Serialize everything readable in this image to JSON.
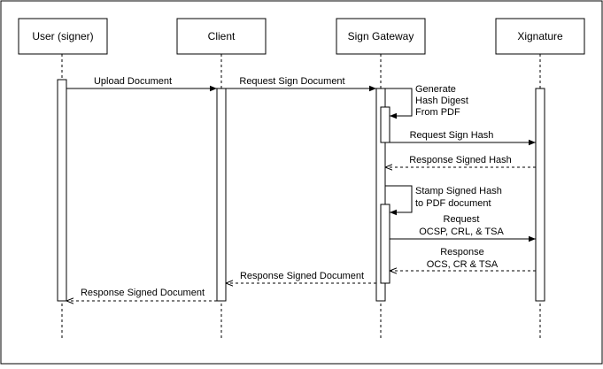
{
  "participants": [
    {
      "id": "user",
      "label": "User (signer)"
    },
    {
      "id": "client",
      "label": "Client"
    },
    {
      "id": "gateway",
      "label": "Sign Gateway"
    },
    {
      "id": "xignature",
      "label": "Xignature"
    }
  ],
  "messages": [
    {
      "id": "upload-document",
      "from": "user",
      "to": "client",
      "style": "solid",
      "lines": [
        "Upload Document"
      ]
    },
    {
      "id": "request-sign-document",
      "from": "client",
      "to": "gateway",
      "style": "solid",
      "lines": [
        "Request Sign Document"
      ]
    },
    {
      "id": "generate-hash-digest",
      "from": "gateway",
      "to": "gateway",
      "style": "self",
      "lines": [
        "Generate",
        "Hash Digest",
        "From PDF"
      ]
    },
    {
      "id": "request-sign-hash",
      "from": "gateway",
      "to": "xignature",
      "style": "solid",
      "lines": [
        "Request Sign Hash"
      ]
    },
    {
      "id": "response-signed-hash",
      "from": "xignature",
      "to": "gateway",
      "style": "dashed",
      "lines": [
        "Response Signed Hash"
      ]
    },
    {
      "id": "stamp-signed-hash",
      "from": "gateway",
      "to": "gateway",
      "style": "self",
      "lines": [
        "Stamp Signed Hash",
        "to PDF document"
      ]
    },
    {
      "id": "request-ocsp",
      "from": "gateway",
      "to": "xignature",
      "style": "solid",
      "lines": [
        "Request",
        "OCSP, CRL, & TSA"
      ]
    },
    {
      "id": "response-ocs",
      "from": "xignature",
      "to": "gateway",
      "style": "dashed",
      "lines": [
        "Response",
        "OCS, CR & TSA"
      ]
    },
    {
      "id": "response-signed-document-gateway",
      "from": "gateway",
      "to": "client",
      "style": "dashed",
      "lines": [
        "Response Signed Document"
      ]
    },
    {
      "id": "response-signed-document-client",
      "from": "client",
      "to": "user",
      "style": "dashed",
      "lines": [
        "Response Signed Document"
      ]
    }
  ]
}
